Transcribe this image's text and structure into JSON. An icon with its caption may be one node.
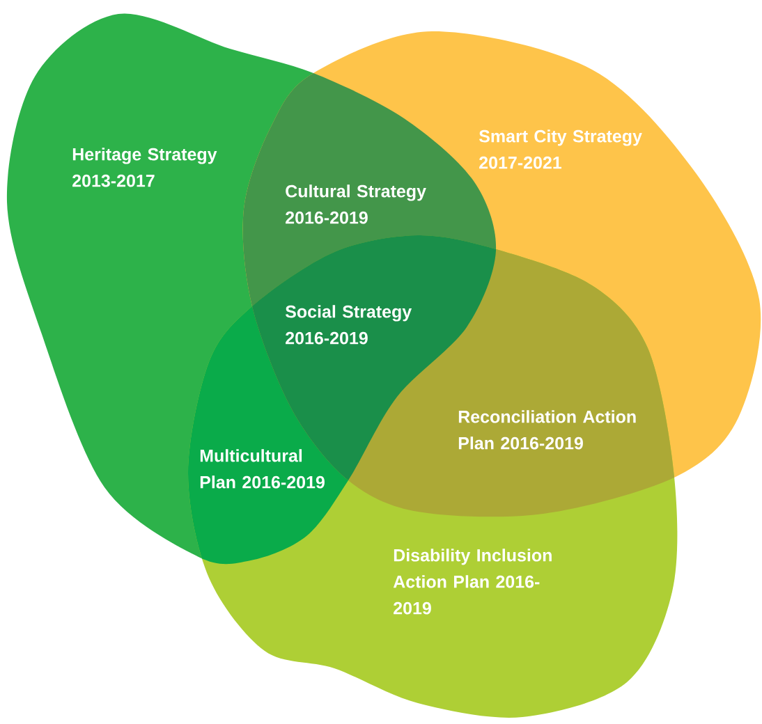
{
  "diagram": {
    "nodes": [
      {
        "text": [
          "Heritage Strategy 2013-2017"
        ]
      },
      {
        "text": [
          "Smart City Strategy 2017-2021"
        ]
      },
      {
        "text": [
          "Disability Inclusion Action Plan 2016-2019"
        ]
      },
      {
        "text": [
          "Cultural Strategy 2016-2019"
        ]
      },
      {
        "text": [
          "Multicultural Plan 2016-2019"
        ]
      },
      {
        "text": [
          "Reconciliation Action Plan 2016-2019"
        ]
      },
      {
        "text": [
          "Social Strategy 2016-2019"
        ]
      }
    ]
  }
}
